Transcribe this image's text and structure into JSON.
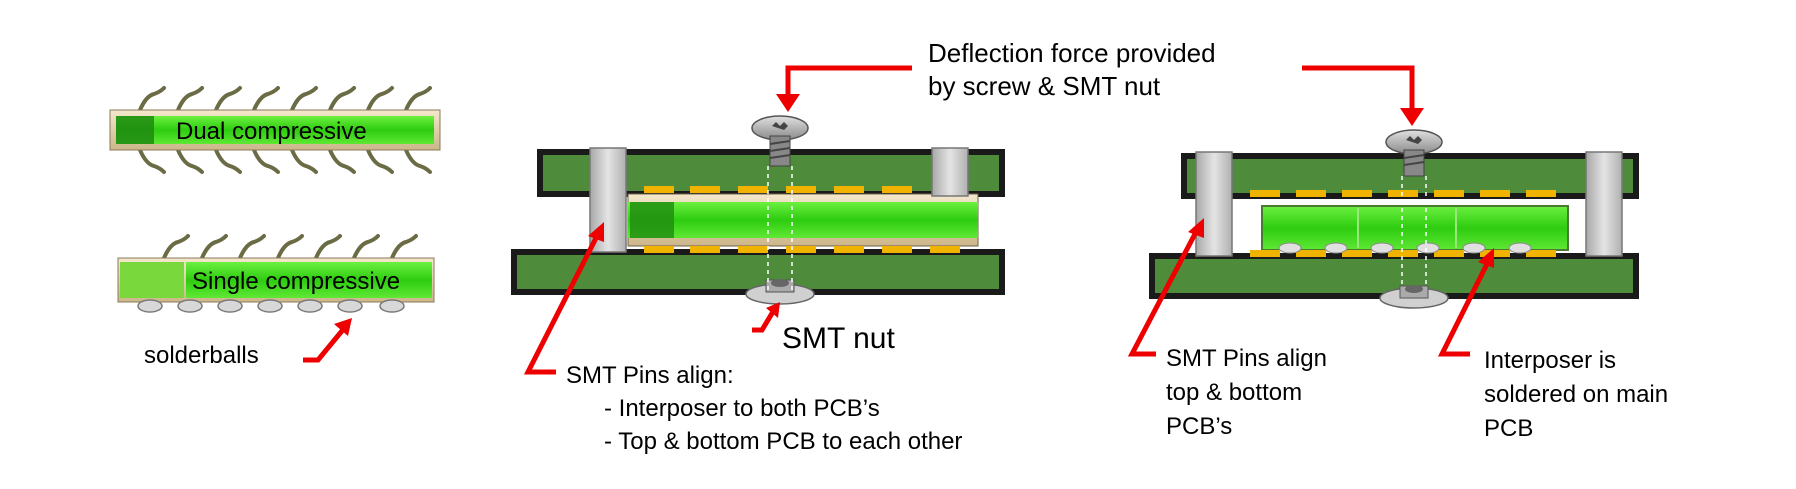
{
  "labels": {
    "dual_compressive": "Dual compressive",
    "single_compressive": "Single compressive",
    "solderballs": "solderballs",
    "deflection_line1": "Deflection force provided",
    "deflection_line2": "by screw & SMT nut",
    "smt_nut": "SMT nut",
    "smt_pins_align_a": "SMT Pins align:",
    "smt_pins_align_a_item1": "-  Interposer to both PCB’s",
    "smt_pins_align_a_item2": "-  Top & bottom PCB to each other",
    "smt_pins_align_b_line1": "SMT Pins align",
    "smt_pins_align_b_line2": "top & bottom",
    "smt_pins_align_b_line3": "PCB’s",
    "interposer_line1": "Interposer is",
    "interposer_line2": "soldered on main",
    "interposer_line3": "PCB"
  },
  "colors": {
    "pcb_green": "#4e8c3c",
    "pcb_edge": "#1a1a1a",
    "interposer_green": "#3ee01a",
    "interposer_tan": "#e9d8b4",
    "pin_gray": "#c8c8c8",
    "pad_yellow": "#f0b400",
    "arrow_red": "#ee0000",
    "screw_gray": "#9a9a9a"
  }
}
